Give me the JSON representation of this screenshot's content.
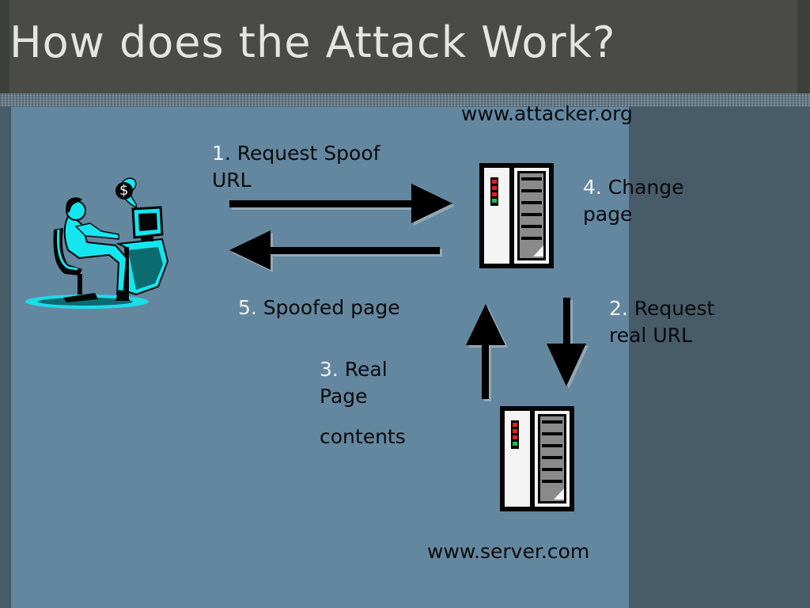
{
  "slide": {
    "title": "How does the Attack Work?"
  },
  "labels": {
    "attacker_site": "www.attacker.org",
    "server_site": "www.server.com",
    "step1": {
      "num": "1",
      "text": ". Request Spoof URL"
    },
    "step2": {
      "num": "2.",
      "text": " Request real URL"
    },
    "step3": {
      "num": "3.",
      "text": " Real Page",
      "extra": "contents"
    },
    "step4": {
      "num": "4.",
      "text": " Change page"
    },
    "step5": {
      "num": "5.",
      "text": " Spoofed page"
    }
  },
  "icons": {
    "user": "user-at-computer-icon",
    "attacker_server": "server-icon",
    "real_server": "server-icon",
    "money": "dollar-sign-icon"
  },
  "colors": {
    "title_bg": "#4a4b47",
    "panel_bg": "#6487a0",
    "step_number": "#f2f2f2",
    "label_text": "#0a0a0a",
    "clipart_cyan": "#14e6f0"
  }
}
